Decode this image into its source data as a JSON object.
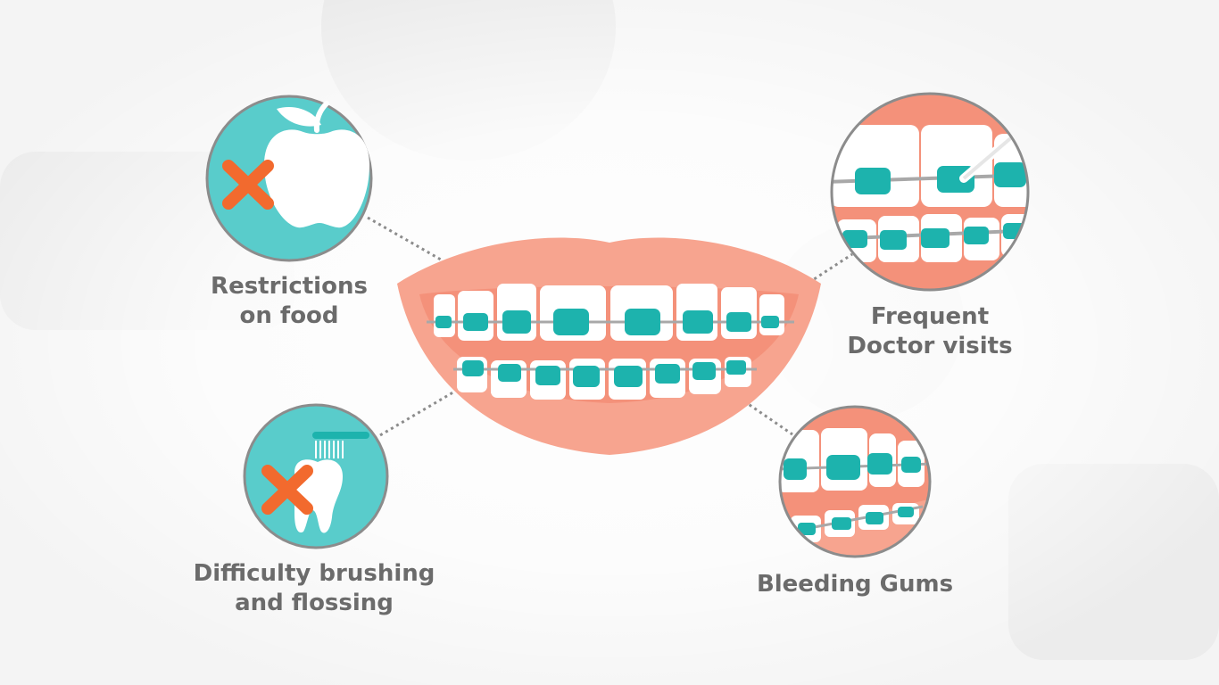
{
  "colors": {
    "teal": "#59cccb",
    "bracket_teal": "#1db3ad",
    "lip": "#f7a48f",
    "gum": "#f4917a",
    "tooth": "#ffffff",
    "cross": "#f26a2e",
    "text": "#6b6b6b",
    "ring": "#8c8c8c"
  },
  "callouts": {
    "food": {
      "line1": "Restrictions",
      "line2": "on food",
      "icon": "apple-cross-icon"
    },
    "doctor": {
      "line1": "Frequent",
      "line2": "Doctor visits",
      "icon": "braces-closeup-icon"
    },
    "brushing": {
      "line1": "Difficulty brushing",
      "line2": "and flossing",
      "icon": "tooth-toothbrush-cross-icon"
    },
    "gums": {
      "line1": "Bleeding Gums",
      "icon": "gums-closeup-icon"
    }
  }
}
